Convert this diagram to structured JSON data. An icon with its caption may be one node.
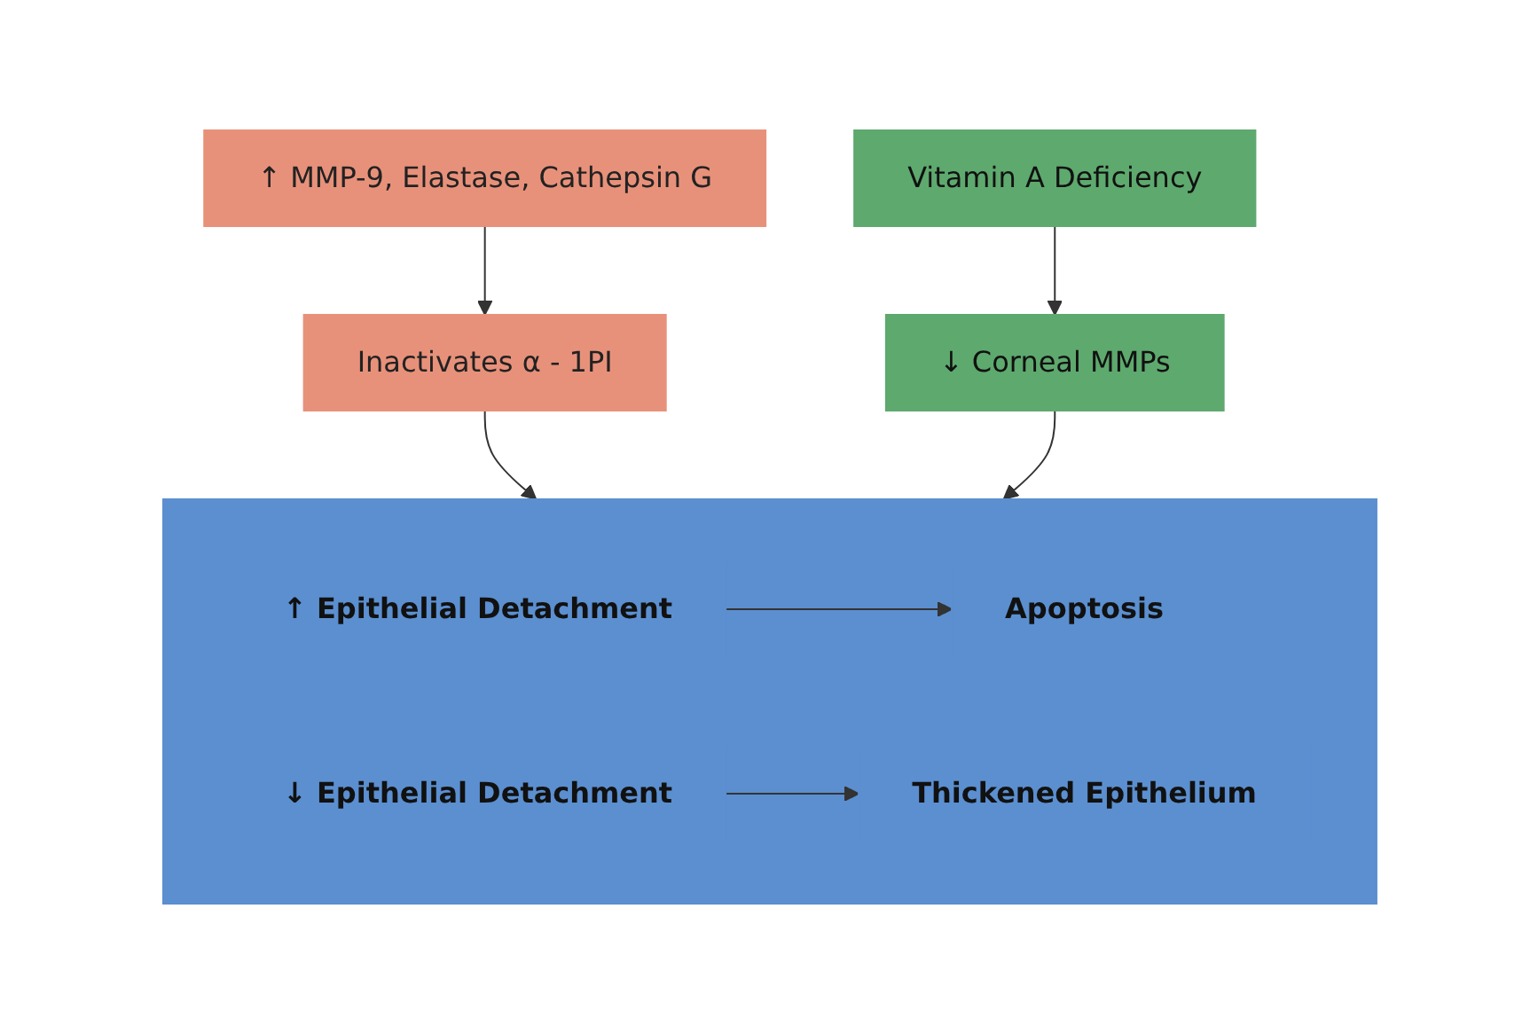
{
  "diagram": {
    "nodes": [
      {
        "text": [
          "↑ MMP-9, Elastase, Cathepsin G"
        ]
      },
      {
        "text": [
          "Inactivates α - 1PI"
        ]
      },
      {
        "text": [],
        "shape": "box"
      },
      {
        "text": [
          "↑ Epithelial Detachment"
        ],
        "in": 2
      },
      {
        "text": [
          "Apoptosis"
        ],
        "in": 2
      },
      {
        "text": [
          "↓ Epithelial Detachment"
        ],
        "in": 2
      },
      {
        "text": [
          "Thickened Epithelium"
        ],
        "in": 2
      },
      {
        "text": [
          "↓ Corneal MMPs"
        ]
      },
      {
        "text": [
          "Vitamin A Deficiency"
        ]
      }
    ],
    "edges": [
      {
        "from": 0,
        "to": 1,
        "arrow": "to"
      },
      {
        "from": 1,
        "to": 2,
        "arrow": "to"
      },
      {
        "from": 3,
        "to": 4,
        "arrow": "to"
      },
      {
        "from": 5,
        "to": 6,
        "arrow": "to"
      },
      {
        "from": 8,
        "to": 7,
        "arrow": "to"
      },
      {
        "from": 7,
        "to": 2,
        "arrow": "to"
      }
    ]
  }
}
